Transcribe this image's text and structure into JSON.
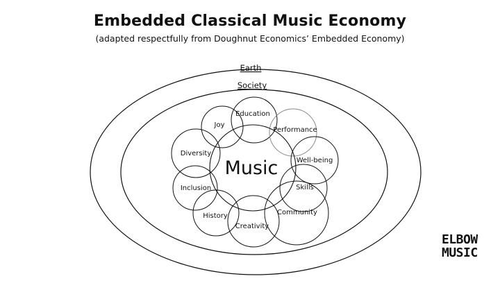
{
  "title": "Embedded Classical Music Economy",
  "subtitle": "(adapted respectfully from Doughnut Economics’ Embedded Economy)",
  "outer_ring": "Earth",
  "inner_ring": "Society",
  "core": "Music",
  "petals": [
    "Education",
    "Performance",
    "Well-being",
    "Skills",
    "Community",
    "Creativity",
    "History",
    "Inclusion",
    "Diversity",
    "Joy"
  ],
  "logo": {
    "line1": "ELBOW",
    "line2": "MUSIC"
  }
}
